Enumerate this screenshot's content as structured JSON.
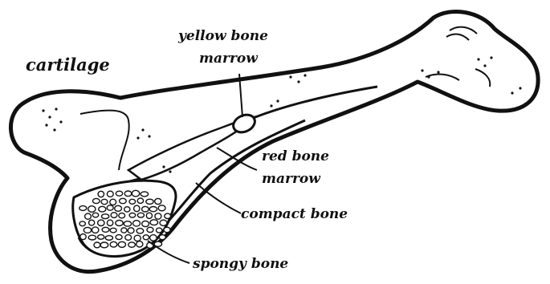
{
  "diagram": {
    "labels": {
      "cartilage": "cartilage",
      "yellow_marrow_line1": "yellow bone",
      "yellow_marrow_line2": "marrow",
      "red_marrow_line1": "red bone",
      "red_marrow_line2": "marrow",
      "compact_bone": "compact bone",
      "spongy_bone": "spongy bone"
    },
    "colors": {
      "ink": "#111111",
      "paper": "#ffffff"
    }
  }
}
